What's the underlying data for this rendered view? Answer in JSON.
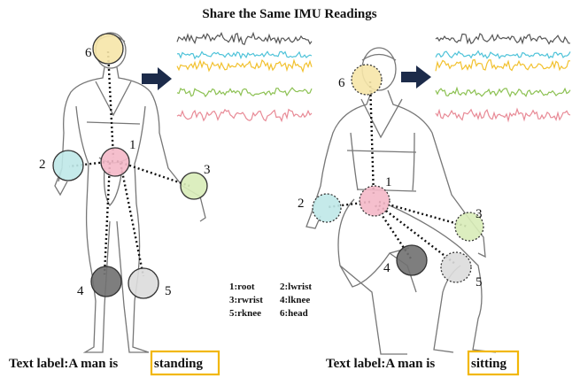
{
  "title": "Share the Same IMU Readings",
  "colors": {
    "signals": [
      "#555555",
      "#4fc3d9",
      "#f2c12e",
      "#8cc152",
      "#e88a96"
    ],
    "highlight_box": "#f2b705",
    "sensors": {
      "1": "#f4b8c8",
      "2": "#bfe8e8",
      "3": "#d8ecb8",
      "4": "#707070",
      "5": "#dcdcdc",
      "6": "#f6e6a8"
    }
  },
  "left_figure": {
    "pose": "standing",
    "sensor_labels": [
      "1",
      "2",
      "3",
      "4",
      "5",
      "6"
    ],
    "caption_prefix": "Text label:A man is ",
    "caption_word": "standing"
  },
  "right_figure": {
    "pose": "sitting",
    "sensor_labels": [
      "1",
      "2",
      "3",
      "4",
      "5",
      "6"
    ],
    "caption_prefix": "Text label:A man is ",
    "caption_word": "sitting"
  },
  "legend": [
    "1:root",
    "2:lwrist",
    "3:rwrist",
    "4:lknee",
    "5:rknee",
    "6:head"
  ]
}
